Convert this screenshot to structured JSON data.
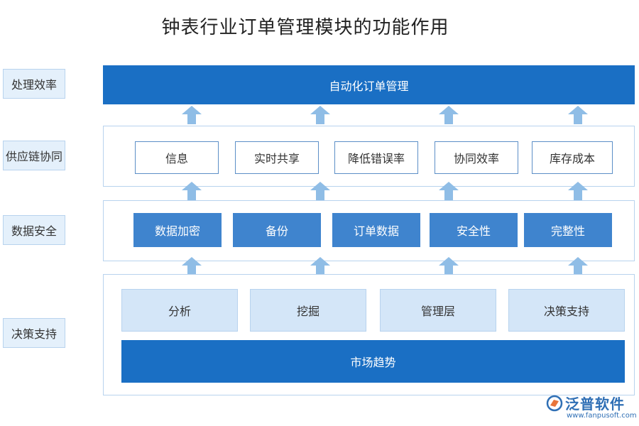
{
  "title": "钟表行业订单管理模块的功能作用",
  "side_labels": [
    "处理效率",
    "供应链协同",
    "数据安全",
    "决策支持"
  ],
  "layer1": {
    "banner": "自动化订单管理"
  },
  "layer2": {
    "items": [
      "信息",
      "实时共享",
      "降低错误率",
      "协同效率",
      "库存成本"
    ]
  },
  "layer3": {
    "items": [
      "数据加密",
      "备份",
      "订单数据",
      "安全性",
      "完整性"
    ]
  },
  "layer4": {
    "items": [
      "分析",
      "挖掘",
      "管理层",
      "决策支持"
    ],
    "banner": "市场趋势"
  },
  "logo": {
    "name": "泛普软件",
    "url": "www.fanpusoft.com"
  },
  "colors": {
    "dark_blue": "#1a6fc4",
    "mid_blue": "#3f84ce",
    "light_blue": "#d4e6f8",
    "arrow": "#8fbde6"
  }
}
